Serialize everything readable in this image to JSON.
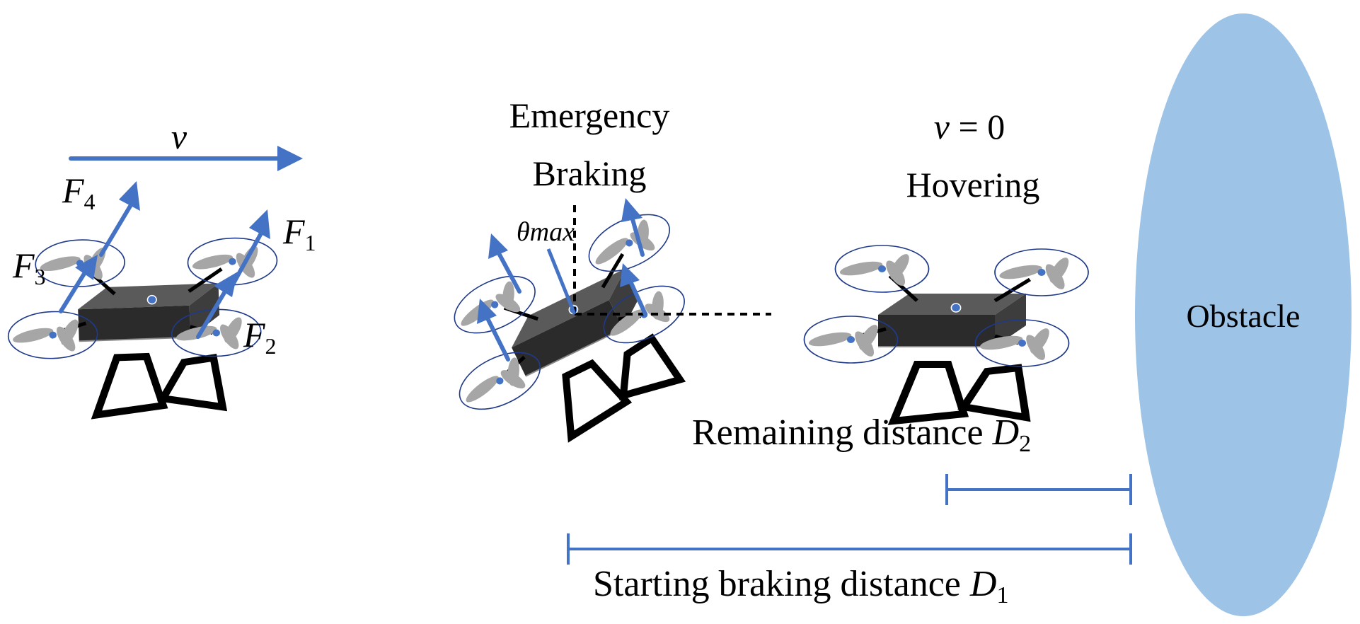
{
  "labels": {
    "velocity": "v",
    "f1": "F",
    "f1_sub": "1",
    "f2": "F",
    "f2_sub": "2",
    "f3": "F",
    "f3_sub": "3",
    "f4": "F",
    "f4_sub": "4",
    "emergency_line1": "Emergency",
    "emergency_line2": "Braking",
    "theta": "θmax",
    "hover_line1_var": "v",
    "hover_line1_rest": " = 0",
    "hover_line2": "Hovering",
    "obstacle": "Obstacle",
    "remaining_text": "Remaining distance ",
    "remaining_var": "D",
    "remaining_sub": "2",
    "starting_text": "Starting braking distance ",
    "starting_var": "D",
    "starting_sub": "1"
  },
  "colors": {
    "accent_blue": "#4472C4",
    "obstacle_fill": "#9DC3E6",
    "drone_body": "#404040",
    "blade": "#a6a6a6"
  },
  "icons": [
    "drone-moving-icon",
    "drone-braking-icon",
    "drone-hovering-icon"
  ]
}
